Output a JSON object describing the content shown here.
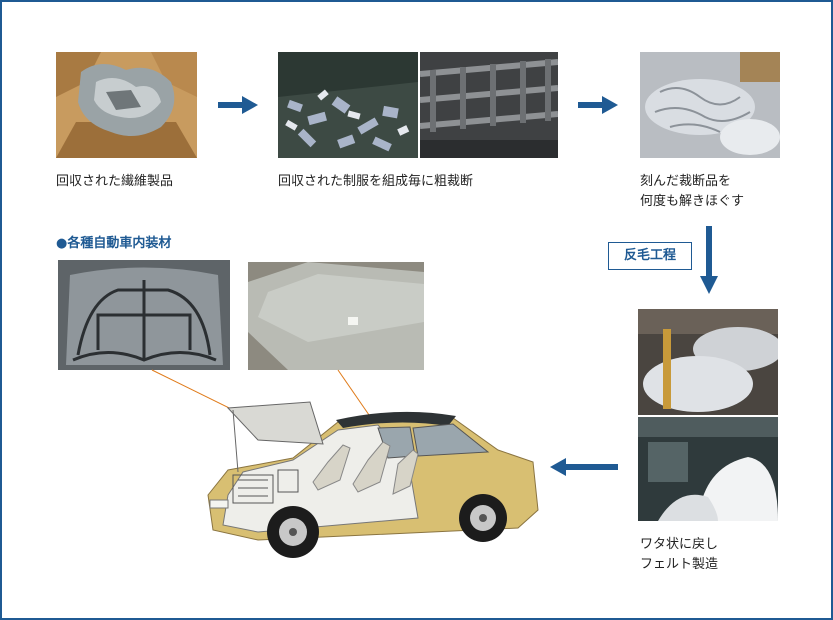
{
  "colors": {
    "frame": "#1f5a93",
    "arrow": "#1f5a93",
    "heading": "#1f5a93",
    "leader_line": "#e07b1a",
    "car_body": "#d8bf72"
  },
  "steps": [
    {
      "caption": [
        "回収された繊維製品"
      ]
    },
    {
      "caption": [
        "回収された制服を組成毎に粗裁断"
      ]
    },
    {
      "caption": [
        "刻んだ裁断品を",
        "何度も解きほぐす"
      ]
    },
    {
      "caption": [
        "ワタ状に戻し",
        "フェルト製造"
      ]
    }
  ],
  "process_label": "反毛工程",
  "vehicle_heading": "●各種自動車内装材",
  "icons": [
    "arrow-right-icon",
    "arrow-down-icon",
    "arrow-left-icon"
  ]
}
